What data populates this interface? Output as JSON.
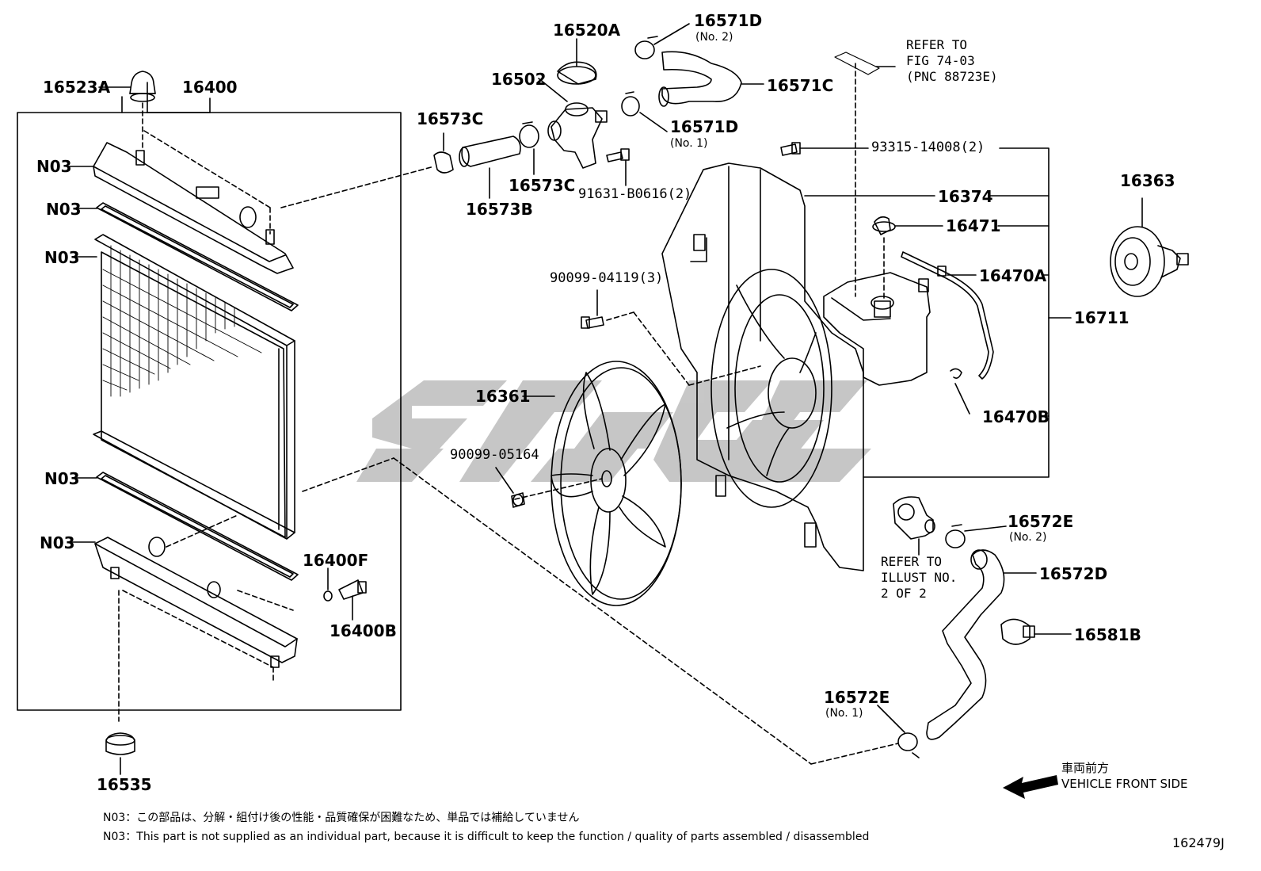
{
  "labels": {
    "p16523A": "16523A",
    "p16400": "16400",
    "n03_1": "N03",
    "n03_2": "N03",
    "n03_3": "N03",
    "n03_4": "N03",
    "n03_5": "N03",
    "p16400F": "16400F",
    "p16400B": "16400B",
    "p16535": "16535",
    "p16573C_a": "16573C",
    "p16573C_b": "16573C",
    "p16573B": "16573B",
    "p16520A": "16520A",
    "p16502": "16502",
    "p16571D_a": "16571D",
    "p16571D_b": "16571D",
    "p16571C": "16571C",
    "p91631": "91631-B0616(2)",
    "p93315": "93315-14008(2)",
    "p16374": "16374",
    "p16471": "16471",
    "p16470A": "16470A",
    "p16711": "16711",
    "p16470B": "16470B",
    "p16363": "16363",
    "p90099_04119": "90099-04119(3)",
    "p16361": "16361",
    "p90099_05164": "90099-05164",
    "p16572E_a": "16572E",
    "p16572E_b": "16572E",
    "p16572D": "16572D",
    "p16581B": "16581B"
  },
  "sublabels": {
    "no2_top": "(No. 2)",
    "no1_top": "(No. 1)",
    "no2_bottom": "(No. 2)",
    "no1_bottom": "(No. 1)"
  },
  "refer_fig": [
    "REFER TO",
    "FIG 74-03",
    "(PNC 88723E)"
  ],
  "refer_illust": [
    "REFER TO",
    "ILLUST NO.",
    "2 OF 2"
  ],
  "direction": {
    "japanese": "車両前方",
    "english": "VEHICLE FRONT SIDE"
  },
  "notes": {
    "jp": "N03：この部品は、分解・組付け後の性能・品質確保が困難なため、単品では補給していません",
    "en": "N03：This part is not supplied as an individual part, because it is difficult to keep the function / quality of parts assembled / disassembled"
  },
  "figure_id": "162479J",
  "colors": {
    "line": "#000000",
    "watermark": "#bdbdbd",
    "background": "#ffffff"
  }
}
